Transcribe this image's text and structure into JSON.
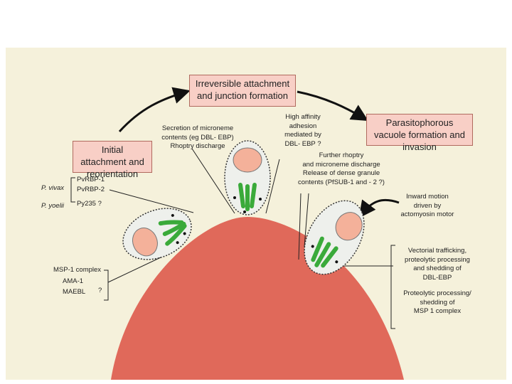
{
  "stages": {
    "initial": "Initial attachment and reorientation",
    "irreversible": "Irreversible attachment and junction formation",
    "vacuole": "Parasitophorous vacuole formation and invasion"
  },
  "species": {
    "vivax": "P. vivax",
    "yoelii": "P. yoelii"
  },
  "ligands": {
    "rbp1": "PvRBP-1",
    "rbp2": "PvRBP-2",
    "py235": "Py235 ?"
  },
  "surface": {
    "msp1": "MSP-1 complex",
    "ama1": "AMA-1",
    "maebl": "MAEBL",
    "q": "?"
  },
  "secretion": {
    "line1": "Secretion of microneme",
    "line2": "contents (eg DBL- EBP)",
    "line3": "Rhoptry discharge"
  },
  "adhesion": {
    "line1": "High affinity",
    "line2": "adhesion",
    "line3": "mediated by",
    "line4": "DBL- EBP ?"
  },
  "granule": {
    "line1": "Further rhoptry",
    "line2": "and microneme discharge",
    "line3": "Release of dense granule",
    "line4": "contents (PfSUB-1 and - 2 ?)"
  },
  "motion": {
    "line1": "Inward motion",
    "line2": "driven by",
    "line3": "actomyosin motor"
  },
  "processing": {
    "line1": "Vectorial trafficking,",
    "line2": "proteolytic processing",
    "line3": "and shedding of",
    "line4": "DBL-EBP",
    "line5": "Proteolytic processing/",
    "line6": "shedding of",
    "line7": "MSP 1 complex"
  },
  "colors": {
    "panel": "#f5f1db",
    "cell": "#e0695a",
    "nucleus": "#f4b19a",
    "organelle": "#3aaa3a",
    "box": "#f8cfc6"
  }
}
